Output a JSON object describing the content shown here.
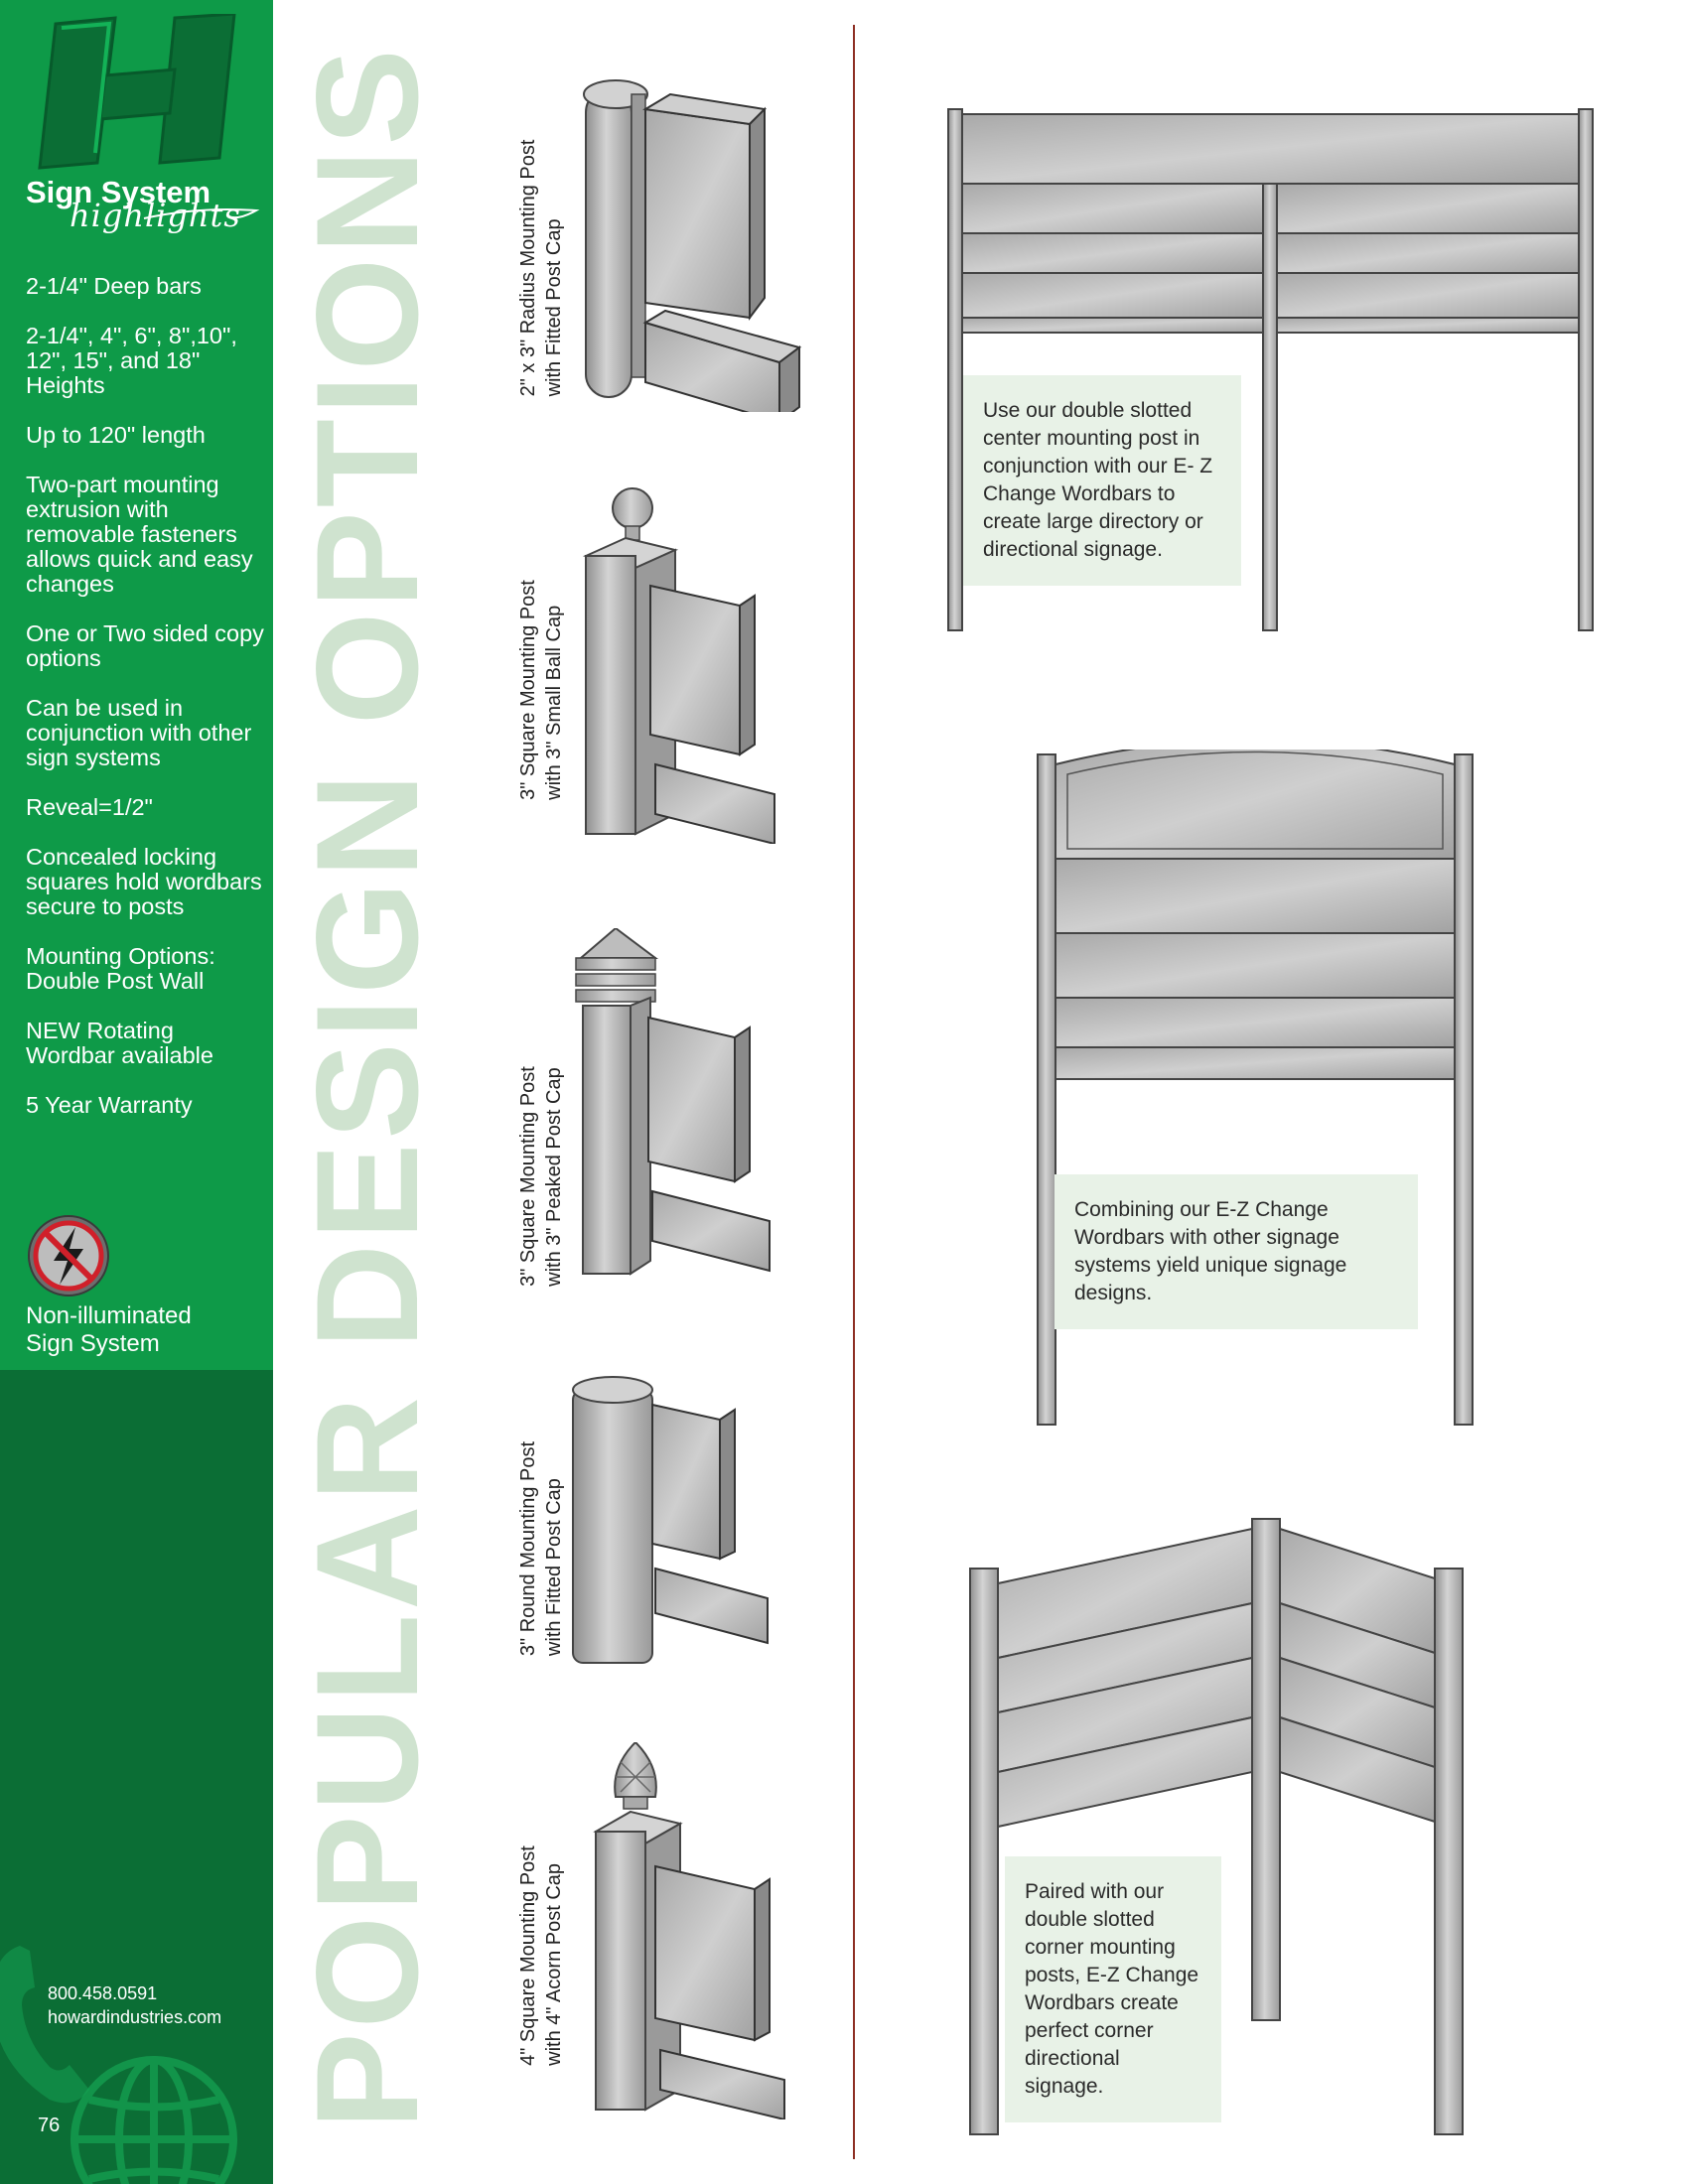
{
  "sidebar": {
    "brand_title": "Sign System",
    "brand_script": "highlights",
    "features": [
      "2-1/4\" Deep bars",
      "2-1/4\", 4\", 6\", 8\",10\", 12\", 15\", and 18\" Heights",
      "Up to 120\" length",
      "Two-part mounting extrusion with removable fasteners allows quick and easy changes",
      "One or Two sided copy options",
      "Can be used in conjunction with other sign systems",
      "Reveal=1/2\"",
      "Concealed locking squares hold wordbars secure to posts",
      "Mounting Options: Double Post Wall",
      "NEW Rotating Wordbar available",
      "5 Year Warranty"
    ],
    "non_illuminated_label": "Non-illuminated Sign System",
    "phone": "800.458.0591",
    "website": "howardindustries.com",
    "page_number": "76"
  },
  "headline": "POPULAR DESIGN OPTIONS",
  "posts": [
    {
      "line1": "2\" x 3\" Radius Mounting Post",
      "line2": "with Fitted Post Cap"
    },
    {
      "line1": "3\" Square Mounting Post",
      "line2": "with 3\" Small Ball Cap"
    },
    {
      "line1": "3\" Square Mounting Post",
      "line2": "with 3\" Peaked Post Cap"
    },
    {
      "line1": "3\" Round Mounting Post",
      "line2": "with Fitted Post Cap"
    },
    {
      "line1": "4\" Square Mounting Post",
      "line2": "with 4\" Acorn Post Cap"
    }
  ],
  "callouts": {
    "double_slotted": "Use our double slotted center mounting post in conjunction with our E- Z Change Wordbars to create large directory or directional signage.",
    "combining": "Combining our E-Z Change Wordbars with other signage systems yield unique signage designs.",
    "corner": "Paired with our double slotted corner mounting posts, E-Z Change Wordbars create perfect corner directional signage."
  },
  "colors": {
    "sidebar_green": "#0e9a48",
    "sidebar_dark_green": "#0b6e35",
    "headline_tint": "#cfe3cf",
    "divider": "#8e2f24",
    "callout_bg": "#e8f2e7"
  }
}
